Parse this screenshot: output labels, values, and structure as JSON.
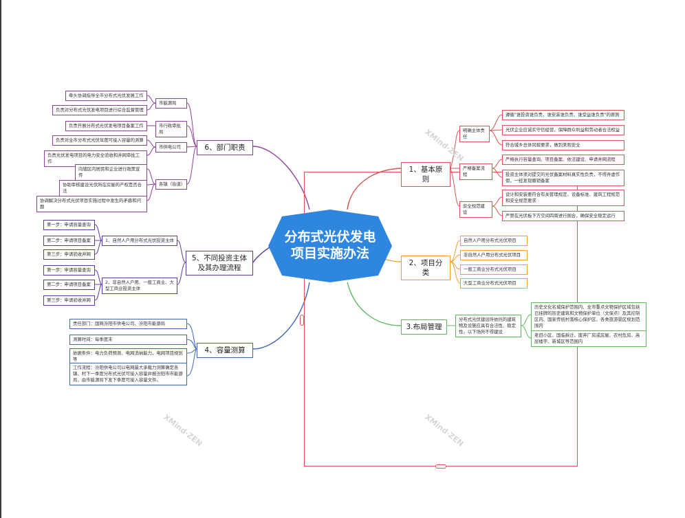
{
  "central": {
    "line1": "分布式光伏发电",
    "line2": "项目实施办法"
  },
  "watermarks": [
    "XMind·ZEN",
    "XMind·ZEN",
    "XMind·ZEN"
  ],
  "branch1": {
    "title": "1、基本原则",
    "groups": [
      {
        "label": "明确主体责任",
        "items": [
          "遵循\"谁投资谁负责、谁安装谁负责、谁受益谁负责\"的原则",
          "光伏企业应诚实守信经营，保障群众利益和劳动者合法权益",
          "符合城乡总体风貌要求，做到美观安全"
        ]
      },
      {
        "label": "严格备案流程",
        "items": [
          "严格执行容量查询、项目备案、依法建设、申请并网流程",
          "投资主体须对提交的光伏备案材料真实性负责，不得弄虚作假，一经发现撤销备案"
        ]
      },
      {
        "label": "安全规范建设",
        "items": [
          "设计和安装要符合有关管理规定、设备标准、建筑工程规范和安全规范要求",
          "严禁在光伏板下方空间四周进行围合，确保安全稳定运行"
        ]
      }
    ]
  },
  "branch2": {
    "title": "2、项目分类",
    "items": [
      "自然人户用分布式光伏项目",
      "非自然人户用分布式光伏项目",
      "一般工商业分布式光伏项目",
      "大型工商业分布式光伏项目"
    ]
  },
  "branch3": {
    "title": "3.布局管理",
    "summary": "分布式光伏建设所依托的建筑物及设施应具有合法性、稳定性，以下场所不得建设",
    "items": [
      "历史文化名城保护范围内、全市重点文物保护区域包括已挂牌的历史建筑和文物保护单位（文保点）及其控制区内、国家传统村落核心保护区、各类旅游景区规划范围内",
      "老旧小区、国临拆迁、废弃厂房或房屋、农村危房、高层楼宇、新城区等范围内"
    ]
  },
  "branch4": {
    "title": "4、容量测算",
    "items": [
      "责任部门：国网汾阳市供电公司、汾阳市能源局",
      "测算时间：每季度末",
      "依据条件：电力负荷预测、电网消纳能力、电网项目规划等",
      "工作流程：汾阳供电公司以电网最大承载力测算确定各镇、村下一季度分布式光伏可接入容量并报汾阳市市能源局，由市能源局下发下季度可接入容量文件。"
    ]
  },
  "branch5": {
    "title_line1": "5、不同投资主体",
    "title_line2": "及其办理流程",
    "subs": [
      {
        "label": "1、自然人户用分布式光伏投资主体",
        "steps": [
          "第一步：申请容量查询",
          "第二步：申请项目备案",
          "第三步：申请验收并网"
        ]
      },
      {
        "label": "2、非自然人户用、一般工商业、大型工商业投资主体",
        "steps": [
          "第一步：申请容量查询",
          "第二步：申请项目备案",
          "第三步：申请验收并网"
        ]
      }
    ]
  },
  "branch6": {
    "title": "6、部门职责",
    "groups": [
      {
        "label": "市能源局",
        "items": [
          "牵头协调指导全市分布式光伏发展工作",
          "负责对分布式光伏发电项目进行综合监督管理"
        ]
      },
      {
        "label": "市行政审批局",
        "items": [
          "负责开展分布式光伏发电项目备案工作"
        ]
      },
      {
        "label": "市供电公司",
        "items": [
          "负责对全市分布式光伏年度可接入容量的测算",
          "负责光伏发电项目的电力安全验收和并网审批工作"
        ]
      },
      {
        "label": "各镇（街道）",
        "items": [
          "向辖区内居民和企业进行政策宣传",
          "协助审核建设光伏所在房屋的产权是否合法",
          "协调解决分布式光伏项目实施过程中发生的矛盾和问题"
        ]
      }
    ]
  },
  "colors": {
    "red": "#d9534f",
    "orange": "#f0a030",
    "green": "#5cb85c",
    "blue": "#3f66b5",
    "purple": "#8e3fa0",
    "central": "#2f86de"
  }
}
